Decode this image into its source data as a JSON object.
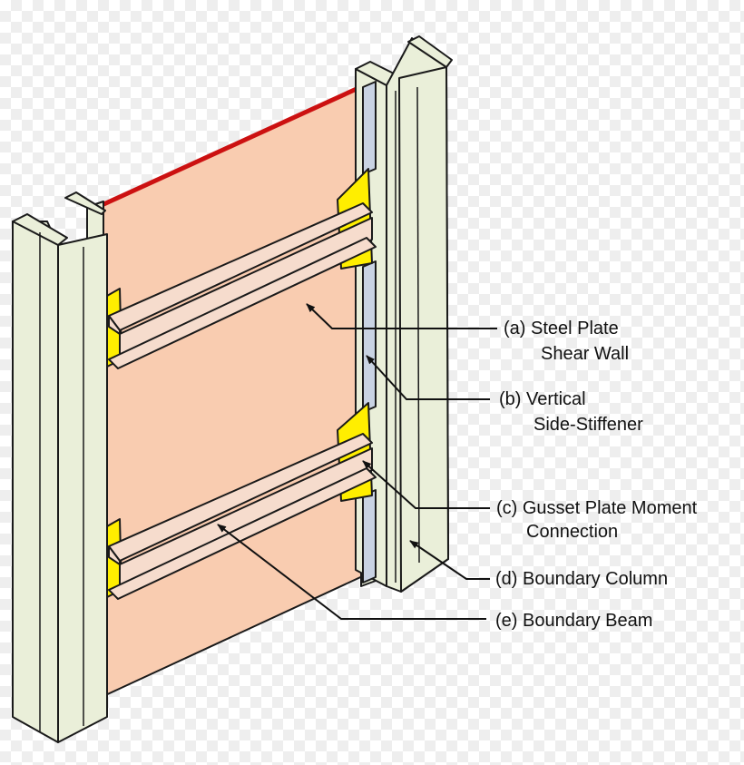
{
  "colors": {
    "plate": "#f9ccb0",
    "column": "#eaefd9",
    "beam": "#f6dccd",
    "gusset": "#ffee00",
    "stiffener": "#c9d3e3",
    "outline": "#1a1a1a",
    "top_edge": "#cc1111"
  },
  "labels": {
    "a": {
      "line1": "(a) Steel Plate",
      "line2": "Shear Wall"
    },
    "b": {
      "line1": "(b) Vertical",
      "line2": "Side-Stiffener"
    },
    "c": {
      "line1": "(c) Gusset Plate Moment",
      "line2": "Connection"
    },
    "d": {
      "line1": "(d) Boundary Column"
    },
    "e": {
      "line1": "(e) Boundary Beam"
    }
  },
  "icons": [
    "arrow-head"
  ]
}
